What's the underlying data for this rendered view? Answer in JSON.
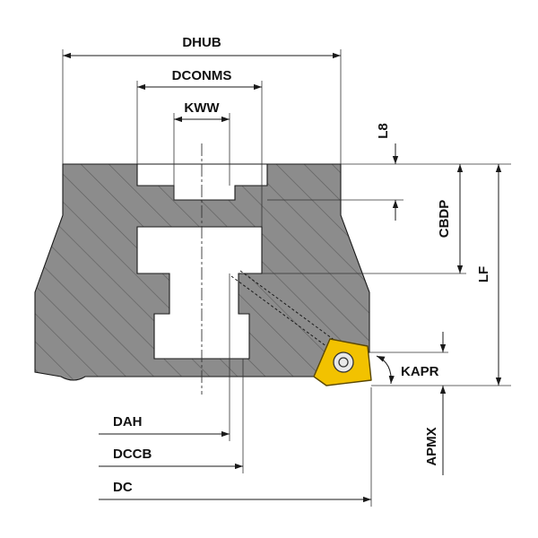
{
  "labels": {
    "dhub": "DHUB",
    "dconms": "DCONMS",
    "kww": "KWW",
    "l8": "L8",
    "cbdp": "CBDP",
    "lf": "LF",
    "kapr": "KAPR",
    "apmx": "APMX",
    "dah": "DAH",
    "dccb": "DCCB",
    "dc": "DC"
  },
  "colors": {
    "body": "#8c8c8c",
    "hatch": "#5e5e5e",
    "insert": "#f2c200",
    "insert_edge": "#5a4700",
    "line": "#1a1a1a"
  }
}
